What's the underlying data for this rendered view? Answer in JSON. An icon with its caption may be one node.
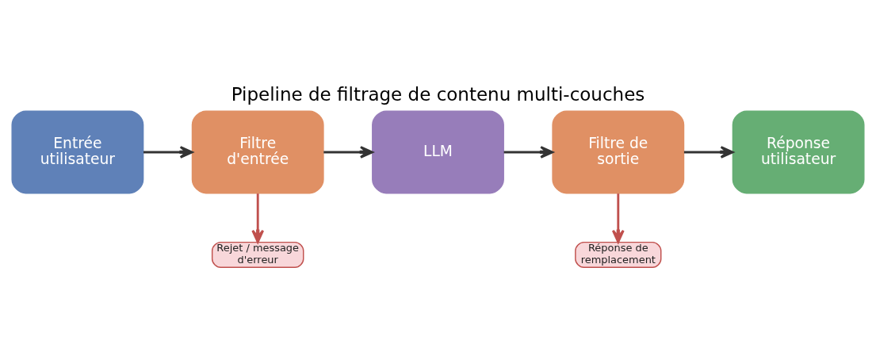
{
  "diagram": {
    "title": "Pipeline de filtrage de contenu multi-couches",
    "nodes": [
      {
        "text": [
          "Entrée utilisateur"
        ]
      },
      {
        "text": [
          "Filtre d'entrée"
        ]
      },
      {
        "text": [
          "LLM"
        ]
      },
      {
        "text": [
          "Filtre de sortie"
        ]
      },
      {
        "text": [
          "Réponse utilisateur"
        ]
      },
      {
        "text": [
          "Rejet / message d'erreur"
        ]
      },
      {
        "text": [
          "Réponse de remplacement"
        ]
      }
    ],
    "edges": [
      {
        "from": 0,
        "to": 1,
        "arrow": "to"
      },
      {
        "from": 1,
        "to": 2,
        "arrow": "to"
      },
      {
        "from": 2,
        "to": 3,
        "arrow": "to"
      },
      {
        "from": 3,
        "to": 4,
        "arrow": "to"
      },
      {
        "from": 1,
        "to": 5,
        "arrow": "to",
        "color": "#c0504d"
      },
      {
        "from": 3,
        "to": 6,
        "arrow": "to",
        "color": "#c0504d"
      }
    ]
  }
}
